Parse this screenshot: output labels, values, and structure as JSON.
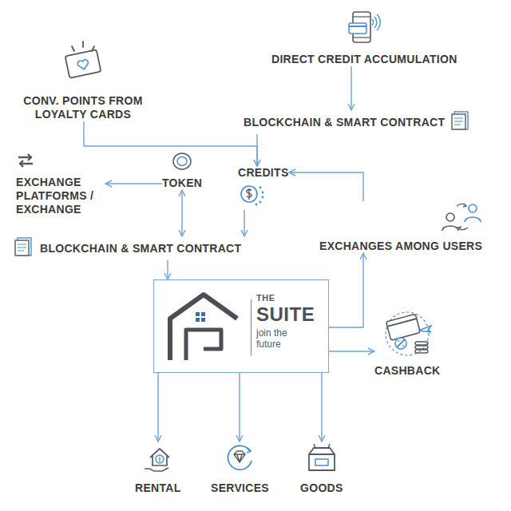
{
  "diagram": {
    "nodes": [
      {
        "text": [
          "DIRECT CREDIT ACCUMULATION"
        ]
      },
      {
        "text": [
          "CONV. POINTS FROM LOYALTY CARDS"
        ]
      },
      {
        "text": [
          "BLOCKCHAIN & SMART CONTRACT"
        ]
      },
      {
        "text": [
          "EXCHANGE PLATFORMS / EXCHANGE"
        ]
      },
      {
        "text": [
          "TOKEN"
        ]
      },
      {
        "text": [
          "CREDITS"
        ]
      },
      {
        "text": [
          "BLOCKCHAIN & SMART CONTRACT"
        ]
      },
      {
        "text": [
          "EXCHANGES AMONG USERS"
        ]
      },
      {
        "text": [
          "THE",
          "SUITE",
          "join the future"
        ]
      },
      {
        "text": [
          "CASHBACK"
        ]
      },
      {
        "text": [
          "RENTAL"
        ]
      },
      {
        "text": [
          "SERVICES"
        ]
      },
      {
        "text": [
          "GOODS"
        ]
      }
    ],
    "edges": [
      {
        "from": 0,
        "to": 2,
        "arrow": "to"
      },
      {
        "from": 1,
        "to": 5,
        "arrow": "to"
      },
      {
        "from": 2,
        "to": 5,
        "arrow": "to"
      },
      {
        "from": 4,
        "to": 3,
        "arrow": "to"
      },
      {
        "from": 4,
        "to": 6,
        "arrow": "both"
      },
      {
        "from": 5,
        "to": 6,
        "arrow": "to"
      },
      {
        "from": 6,
        "to": 8,
        "arrow": "to"
      },
      {
        "from": 8,
        "to": 7,
        "arrow": "to"
      },
      {
        "from": 7,
        "to": 5,
        "arrow": "to"
      },
      {
        "from": 8,
        "to": 9,
        "arrow": "to"
      },
      {
        "from": 8,
        "to": 10,
        "arrow": "to"
      },
      {
        "from": 8,
        "to": 11,
        "arrow": "to"
      },
      {
        "from": 8,
        "to": 12,
        "arrow": "to"
      }
    ]
  }
}
